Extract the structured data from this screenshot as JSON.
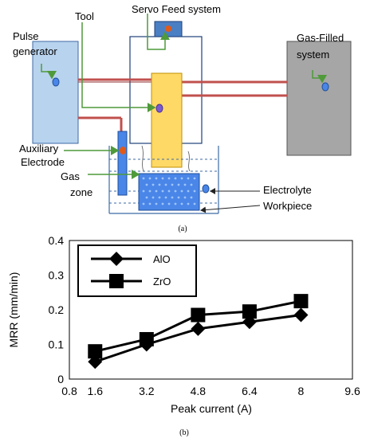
{
  "diagram": {
    "labels": {
      "servo": "Servo Feed system",
      "tool": "Tool",
      "pulse_1": "Pulse",
      "pulse_2": "generator",
      "gas_filled_1": "Gas-Filled",
      "gas_filled_2": "system",
      "aux_1": "Auxiliary",
      "aux_2": "Electrode",
      "gas_zone_1": "Gas",
      "gas_zone_2": "zone",
      "electrolyte": "Electrolyte",
      "workpiece": "Workpiece"
    },
    "caption": "(a)",
    "colors": {
      "pulse_box": "#b8d3ee",
      "gas_box": "#a6a6a6",
      "tool": "#ffd966",
      "pipe": "#c0504d",
      "arrow": "#4f9a3a",
      "workpiece": "#4a86e8",
      "servo": "#4a7fc4"
    }
  },
  "chart_caption": "(b)",
  "chart_data": {
    "type": "line",
    "xlabel": "Peak current (A)",
    "ylabel": "MRR (mm/min)",
    "xlim": [
      0.8,
      9.6
    ],
    "ylim": [
      0,
      0.4
    ],
    "x_ticks": [
      "0.8",
      "1.6",
      "3.2",
      "4.8",
      "6.4",
      "8",
      "9.6"
    ],
    "y_ticks": [
      "0",
      "0.1",
      "0.2",
      "0.3",
      "0.4"
    ],
    "x": [
      1.6,
      3.2,
      4.8,
      6.4,
      8
    ],
    "series": [
      {
        "name": "AlO",
        "marker": "diamond",
        "values": [
          0.05,
          0.1,
          0.145,
          0.165,
          0.185
        ]
      },
      {
        "name": "ZrO",
        "marker": "square",
        "values": [
          0.08,
          0.115,
          0.185,
          0.195,
          0.225
        ]
      }
    ],
    "legend_position": "top-left",
    "grid": false
  }
}
